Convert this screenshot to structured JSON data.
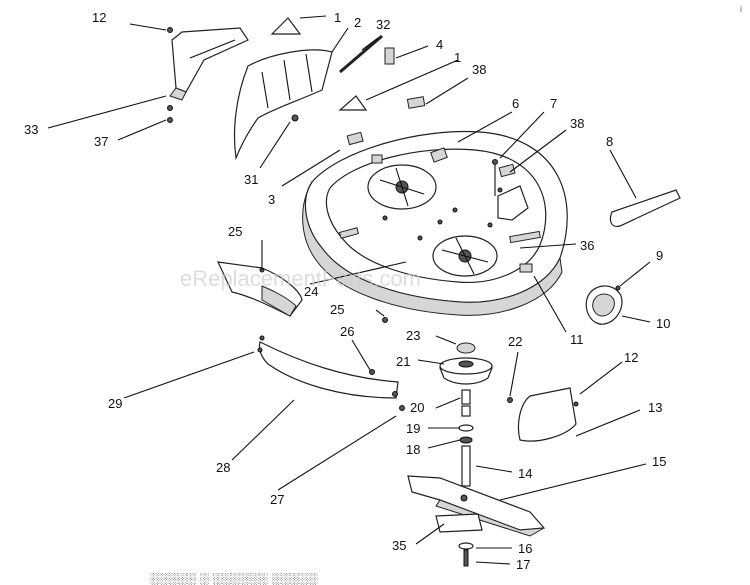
{
  "watermark": "eReplacementParts.com",
  "corner_mark": "i",
  "footer_fragment": "░░░░░ ░ ░░░░░░ ░░░░░",
  "callouts": [
    {
      "id": "c12a",
      "label": "12"
    },
    {
      "id": "c1a",
      "label": "1"
    },
    {
      "id": "c2",
      "label": "2"
    },
    {
      "id": "c32",
      "label": "32"
    },
    {
      "id": "c4",
      "label": "4"
    },
    {
      "id": "c1b",
      "label": "1"
    },
    {
      "id": "c38a",
      "label": "38"
    },
    {
      "id": "c6",
      "label": "6"
    },
    {
      "id": "c7",
      "label": "7"
    },
    {
      "id": "c38b",
      "label": "38"
    },
    {
      "id": "c8",
      "label": "8"
    },
    {
      "id": "c33",
      "label": "33"
    },
    {
      "id": "c37",
      "label": "37"
    },
    {
      "id": "c31",
      "label": "31"
    },
    {
      "id": "c3",
      "label": "3"
    },
    {
      "id": "c36",
      "label": "36"
    },
    {
      "id": "c9",
      "label": "9"
    },
    {
      "id": "c10",
      "label": "10"
    },
    {
      "id": "c25a",
      "label": "25"
    },
    {
      "id": "c24",
      "label": "24"
    },
    {
      "id": "c25b",
      "label": "25"
    },
    {
      "id": "c11",
      "label": "11"
    },
    {
      "id": "c26",
      "label": "26"
    },
    {
      "id": "c23",
      "label": "23"
    },
    {
      "id": "c22",
      "label": "22"
    },
    {
      "id": "c21",
      "label": "21"
    },
    {
      "id": "c12b",
      "label": "12"
    },
    {
      "id": "c29",
      "label": "29"
    },
    {
      "id": "c20",
      "label": "20"
    },
    {
      "id": "c13",
      "label": "13"
    },
    {
      "id": "c19",
      "label": "19"
    },
    {
      "id": "c18",
      "label": "18"
    },
    {
      "id": "c28",
      "label": "28"
    },
    {
      "id": "c15",
      "label": "15"
    },
    {
      "id": "c14",
      "label": "14"
    },
    {
      "id": "c27",
      "label": "27"
    },
    {
      "id": "c35",
      "label": "35"
    },
    {
      "id": "c16",
      "label": "16"
    },
    {
      "id": "c17",
      "label": "17"
    }
  ]
}
